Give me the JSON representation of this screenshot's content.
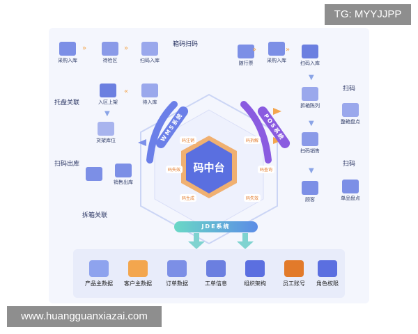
{
  "watermark_tag": "TG: MYYJJPP",
  "watermark_url": "www.huangguanxiazai.com",
  "center": {
    "title": "码中台"
  },
  "systems": {
    "wms": "WMS系统",
    "pos": "POS系统",
    "jde": "JDE系统"
  },
  "chips": {
    "c1": "码注销",
    "c2": "码拆解",
    "c3": "码失效",
    "c4": "码查询",
    "c5": "码生成",
    "c6": "码失效"
  },
  "left_flow": {
    "n1": "采购入库",
    "n2": "待检区",
    "n3": "扫码入库",
    "n4": "待入库",
    "n5": "入区上架",
    "n6": "货架库位",
    "n7": "销售出库",
    "scan_box": "箱码扫码",
    "tray": "托盘关联",
    "scan_out": "扫码出库",
    "unbox": "拆箱关联"
  },
  "right_flow": {
    "n1": "随行票",
    "n2": "采购入库",
    "n3": "扫码入库",
    "n4": "拆箱陈列",
    "n5": "扫码销售",
    "n6": "顾客",
    "scan1": "扫码",
    "n7": "整箱盘点",
    "scan2": "扫码",
    "n8": "单品盘点"
  },
  "master_data": {
    "i1": "产品主数据",
    "i2": "客户主数据",
    "i3": "订单数据",
    "i4": "工单信息",
    "i5": "组织架构",
    "i6": "员工账号",
    "i7": "角色权限"
  },
  "colors": {
    "accent": "#f3a64e",
    "blue": "#5b6fe0",
    "teal": "#5ad3c8",
    "purple": "#8a5be0"
  }
}
